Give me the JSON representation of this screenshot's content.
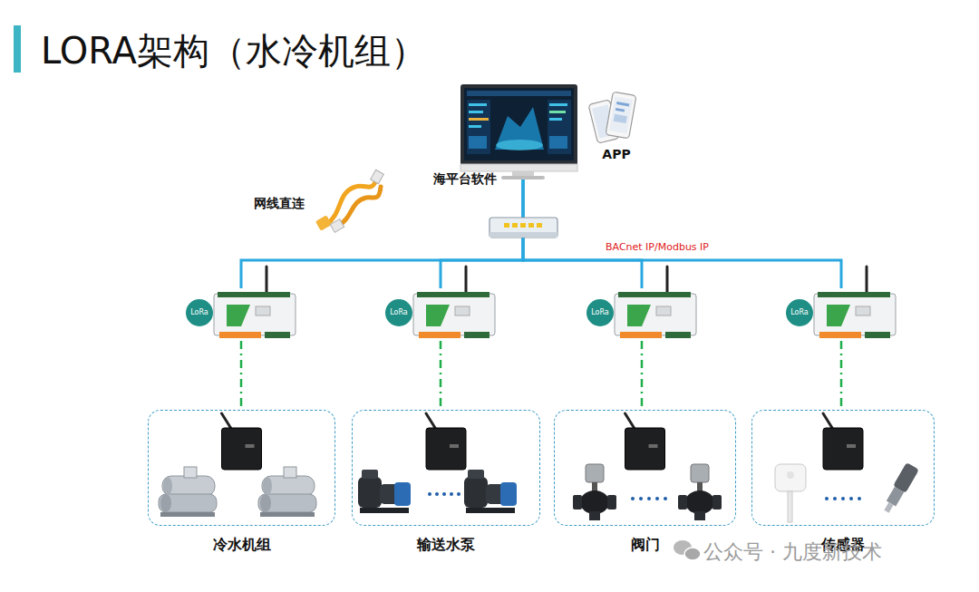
{
  "diagram": {
    "title": "LORA架构（水冷机组）",
    "nodes": [
      {
        "text": [
          "海平台软件"
        ]
      },
      {
        "text": [
          "APP"
        ]
      },
      {
        "text": [
          "LoRa"
        ]
      },
      {
        "text": [
          "LoRa"
        ]
      },
      {
        "text": [
          "LoRa"
        ]
      },
      {
        "text": [
          "LoRa"
        ]
      },
      {
        "text": [
          "冷水机组"
        ]
      },
      {
        "text": [
          "输送水泵"
        ]
      },
      {
        "text": [
          "阀门"
        ]
      },
      {
        "text": [
          "传感器"
        ]
      }
    ],
    "edges": [
      {
        "from": 2,
        "to": 0,
        "arrow": "none"
      },
      {
        "from": 3,
        "to": 0,
        "arrow": "none"
      },
      {
        "from": 4,
        "to": 0,
        "arrow": "none"
      },
      {
        "from": 5,
        "to": 0,
        "arrow": "none"
      },
      {
        "from": 2,
        "to": 6,
        "arrow": "none"
      },
      {
        "from": 3,
        "to": 7,
        "arrow": "none"
      },
      {
        "from": 4,
        "to": 8,
        "arrow": "none"
      },
      {
        "from": 5,
        "to": 9,
        "arrow": "none"
      }
    ],
    "labels": [
      "网线直连",
      "BACnet IP/Modbus IP",
      "公众号 · 九度新技术"
    ]
  }
}
